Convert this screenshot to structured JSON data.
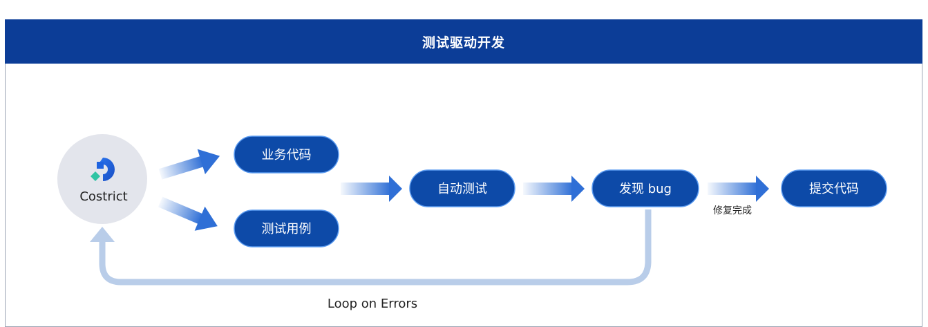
{
  "title": "测试驱动开发",
  "logo": {
    "label": "Costrict",
    "icon": "costrict-logo-icon",
    "brand_blue": "#1e63e0",
    "brand_green": "#2ec4a3"
  },
  "nodes": {
    "business_code": "业务代码",
    "test_cases": "测试用例",
    "auto_test": "自动测试",
    "find_bug": "发现 bug",
    "commit_code": "提交代码"
  },
  "edge_labels": {
    "fix_done": "修复完成",
    "loop": "Loop on Errors"
  },
  "colors": {
    "header": "#0c3d97",
    "node_fill": "#0d4aa8",
    "node_border": "#5b9bf0",
    "arrow": "#3b78d8",
    "loop": "#b9cde9",
    "logo_circle": "#e3e5ec"
  }
}
